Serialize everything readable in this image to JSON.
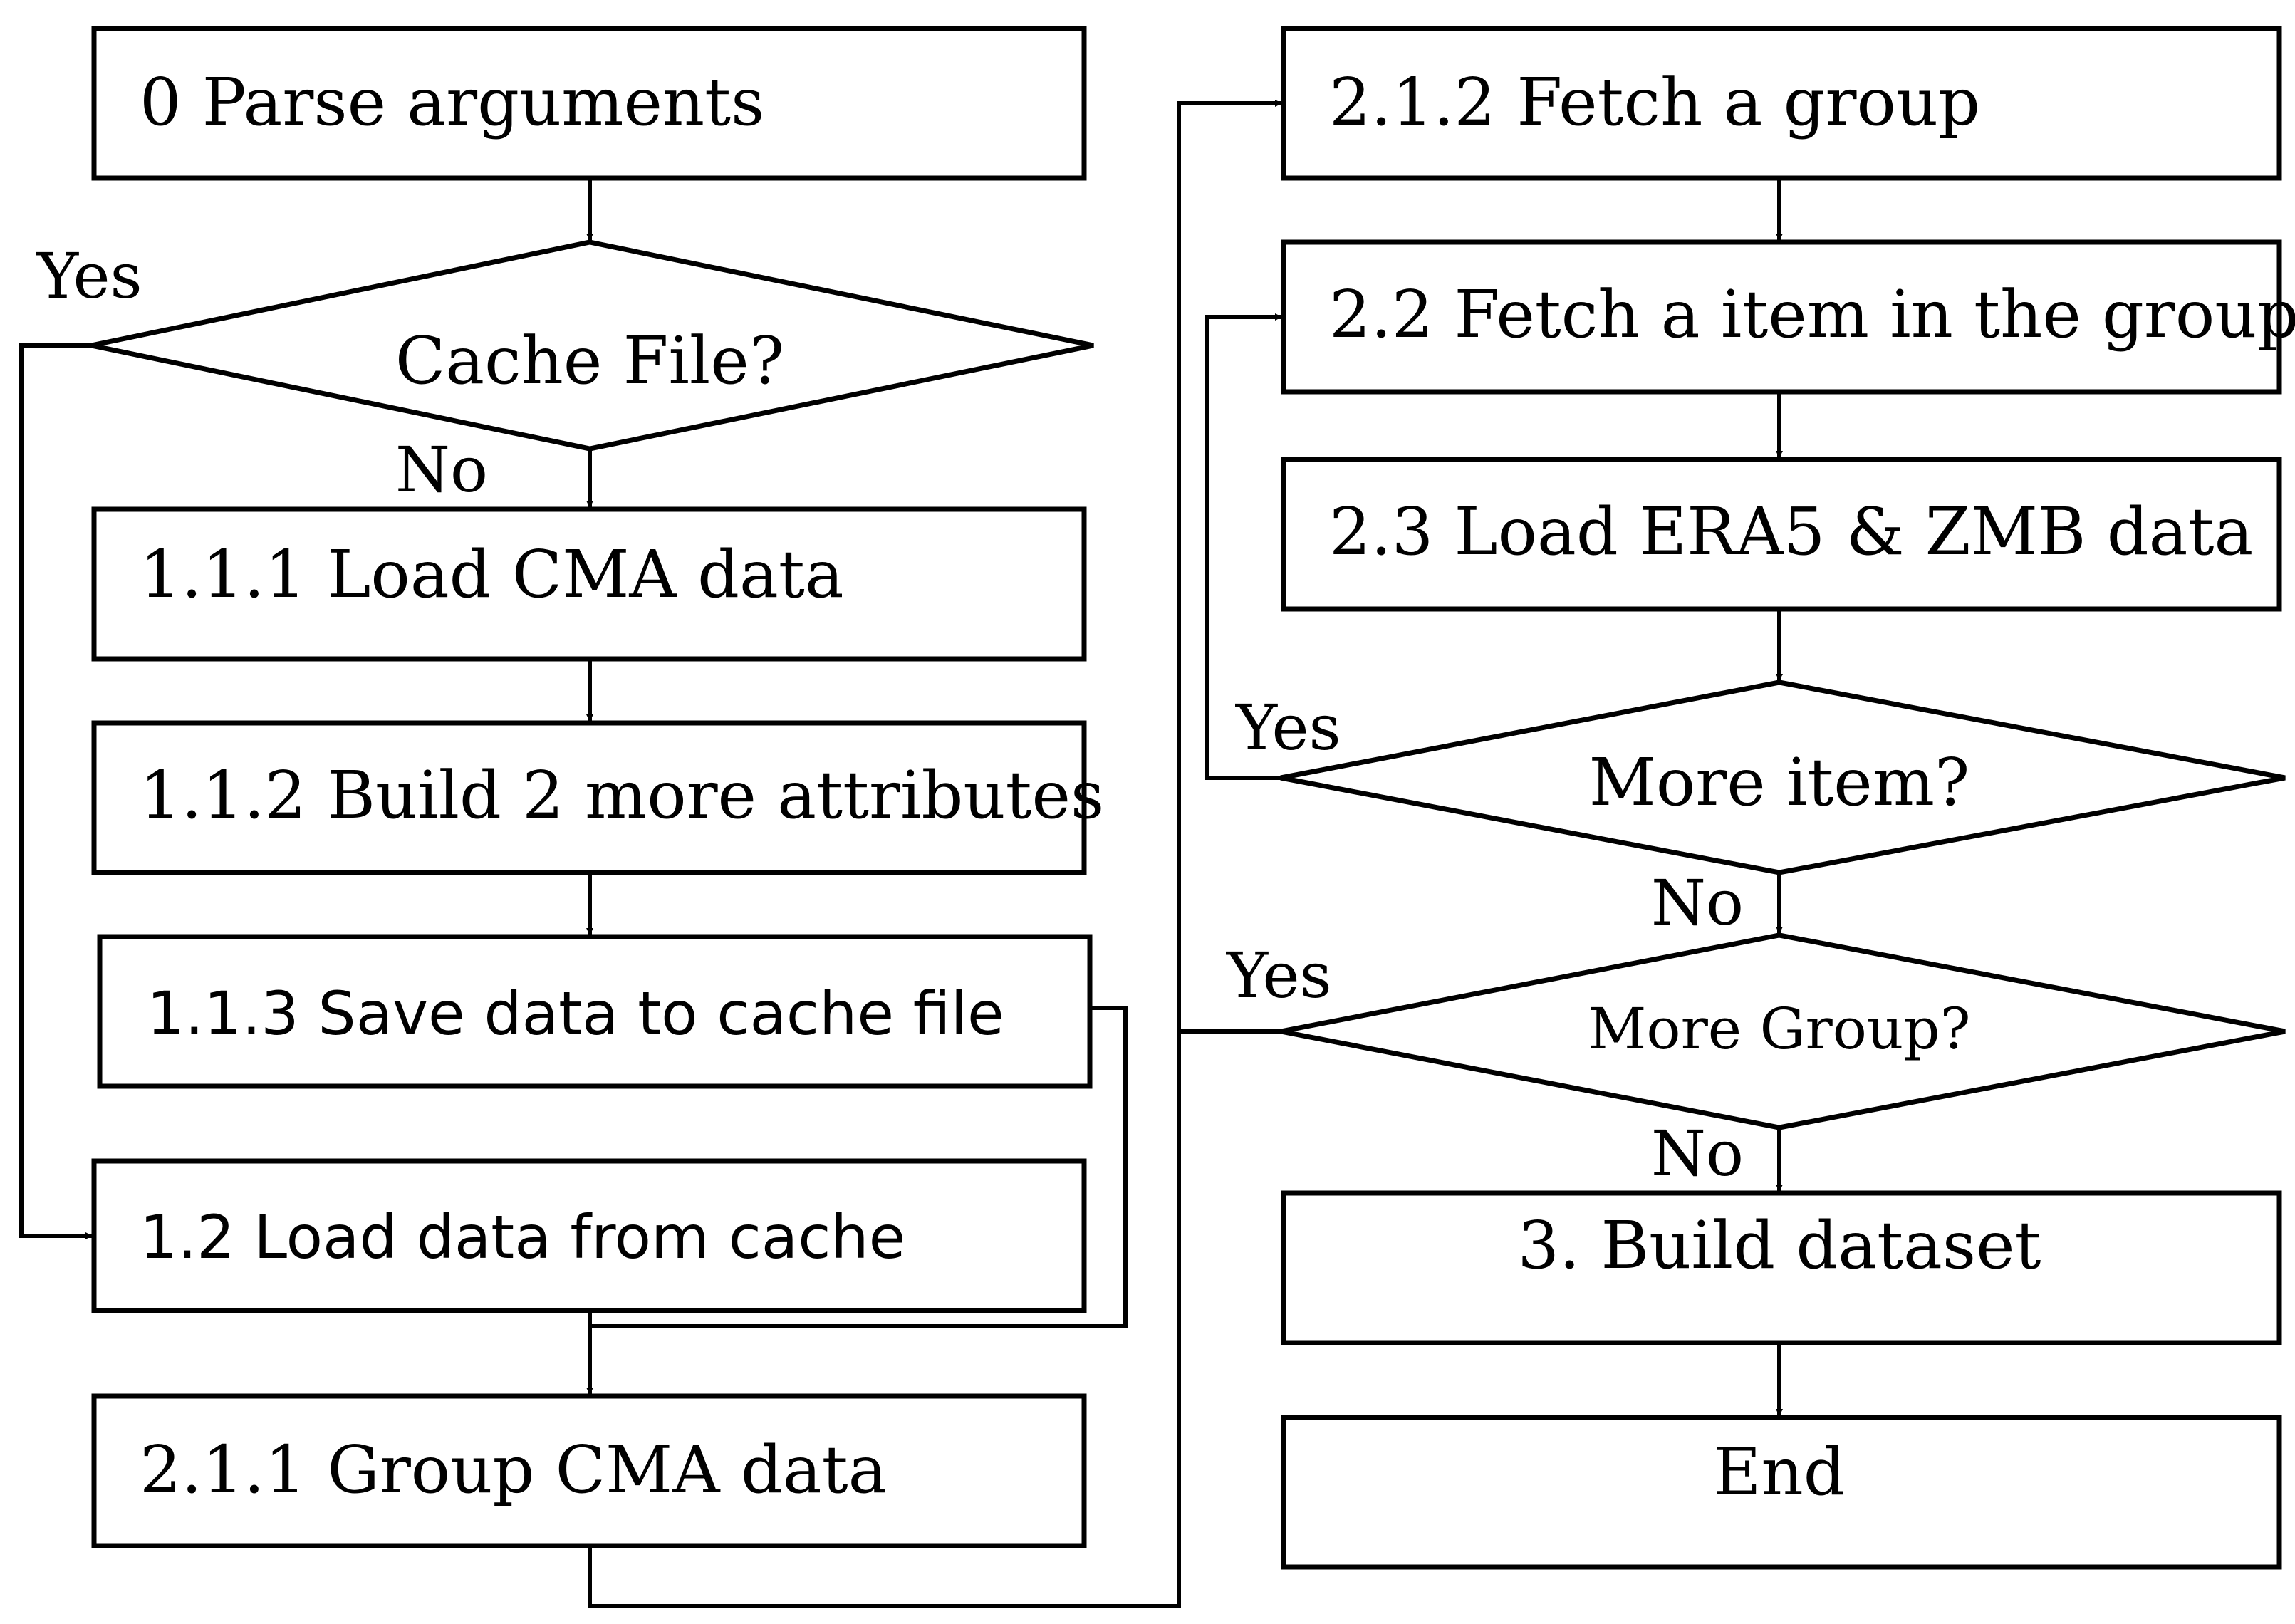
{
  "nodes": {
    "parse_args": "0 Parse arguments",
    "cache_file": "Cache File?",
    "load_cma": "1.1.1 Load CMA data",
    "build_attrs": "1.1.2 Build 2 more attributes",
    "save_cache": "1.1.3 Save data to cache file",
    "load_cache": "1.2 Load data from cache",
    "group_cma": "2.1.1 Group CMA data",
    "fetch_group": "2.1.2 Fetch a group",
    "fetch_item": "2.2 Fetch a item in the group",
    "load_era5": "2.3 Load ERA5 & ZMB data",
    "more_item": "More item?",
    "more_group": "More Group?",
    "build_dataset": "3.  Build dataset",
    "end": "End"
  },
  "labels": {
    "cache_yes": "Yes",
    "cache_no": "No",
    "item_yes": "Yes",
    "item_no": "No",
    "group_yes": "Yes",
    "group_no": "No"
  },
  "colors": {
    "stroke": "#000000",
    "fill": "#ffffff"
  }
}
